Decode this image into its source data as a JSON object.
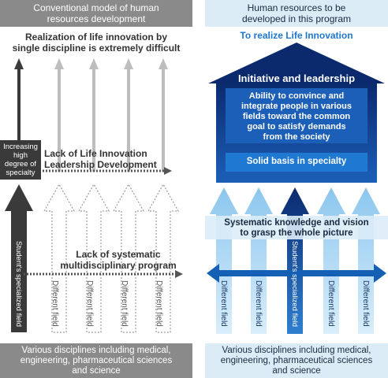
{
  "left_panel": {
    "header_line1": "Conventional model of human",
    "header_line2": "resources development",
    "title_line1": "Realization of life innovation by",
    "title_line2": "single discipline is extremely difficult",
    "specialty_box_line1": "Increasing",
    "specialty_box_line2": "high",
    "specialty_box_line3": "degree of",
    "specialty_box_line4": "specialty",
    "lack_leadership_line1": "Lack of Life Innovation",
    "lack_leadership_line2": "Leadership Development",
    "lack_program_line1": "Lack of systematic",
    "lack_program_line2": "multidisciplinary program",
    "student_field": "Student's specialized field",
    "different_field": "Different field",
    "footer_line1": "Various disciplines including medical,",
    "footer_line2": "engineering, pharmaceutical sciences",
    "footer_line3": "and science"
  },
  "right_panel": {
    "header_line1": "Human resources to be",
    "header_line2": "developed in this program",
    "subtitle": "To realize Life Innovation",
    "roof_label": "Initiative and leadership",
    "ability_line1": "Ability to convince and",
    "ability_line2": "integrate people in various",
    "ability_line3": "fields toward the common",
    "ability_line4": "goal to satisfy demands",
    "ability_line5": "from the society",
    "basis_label": "Solid basis in specialty",
    "systematic_line1": "Systematic knowledge and vision",
    "systematic_line2": "to grasp the whole picture",
    "student_field": "Student's specialized field",
    "different_field": "Different field",
    "footer_line1": "Various disciplines including medical,",
    "footer_line2": "engineering, pharmaceutical sciences",
    "footer_line3": "and science"
  },
  "colors": {
    "gray_header": "#8a8a8a",
    "dark_arrow": "#3a3a3a",
    "light_gray_arrow": "#bdbdbd",
    "navy": "#0b2a6e",
    "blue": "#1560b5",
    "light_blue": "#a9d4f0",
    "pale_blue_bg": "#dcecf7",
    "title_blue": "#1f78d1"
  }
}
